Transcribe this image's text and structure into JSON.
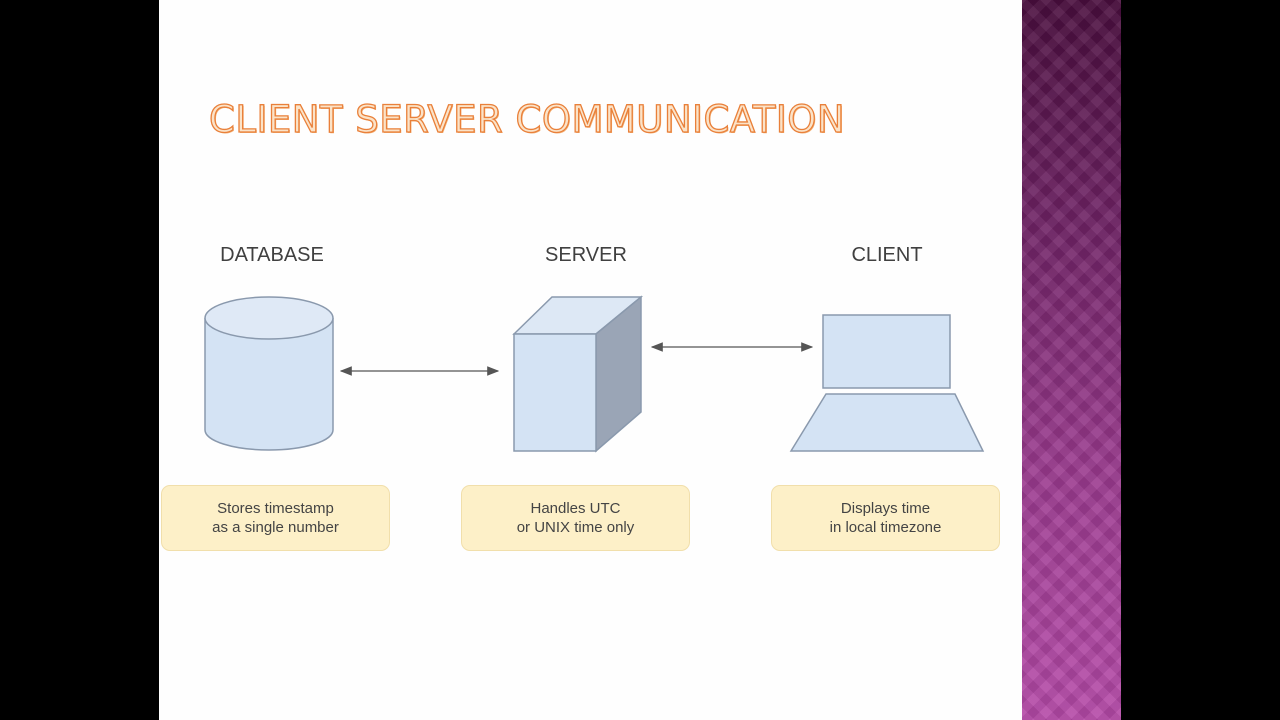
{
  "title": "CLIENT SERVER COMMUNICATION",
  "labels": {
    "database": "DATABASE",
    "server": "SERVER",
    "client": "CLIENT"
  },
  "boxes": {
    "database": {
      "line1": "Stores timestamp",
      "line2": "as a single number"
    },
    "server": {
      "line1": "Handles UTC",
      "line2": "or UNIX time only"
    },
    "client": {
      "line1": "Displays time",
      "line2": "in local timezone"
    }
  },
  "colors": {
    "shape_fill": "#d4e3f4",
    "shape_stroke": "#8a99ad",
    "note_fill": "#fdf0c8",
    "title_stroke": "#e9803a"
  }
}
